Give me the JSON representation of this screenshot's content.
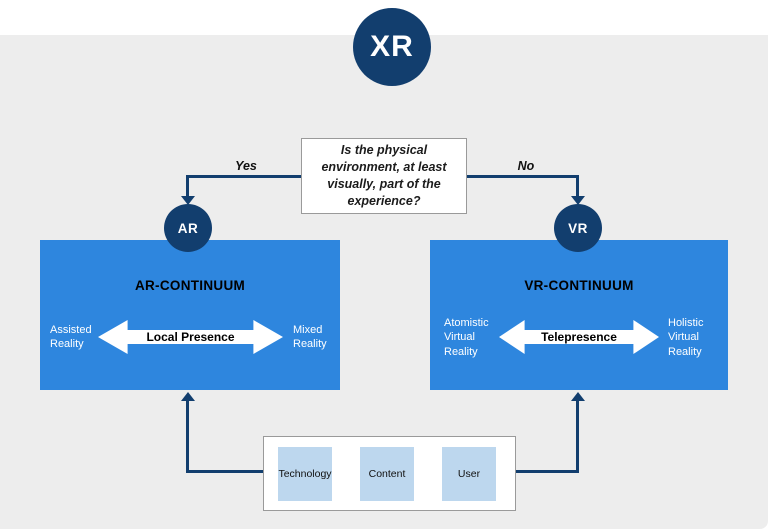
{
  "diagram": {
    "root": {
      "label": "XR"
    },
    "decision": {
      "question": "Is the physical environment, at least visually, part of the experience?",
      "yes_label": "Yes",
      "no_label": "No"
    },
    "branches": {
      "ar": {
        "node_label": "AR",
        "title": "AR-CONTINUUM",
        "arrow_label": "Local Presence",
        "left_label": "Assisted Reality",
        "right_label": "Mixed Reality"
      },
      "vr": {
        "node_label": "VR",
        "title": "VR-CONTINUUM",
        "arrow_label": "Telepresence",
        "left_label": "Atomistic Virtual Reality",
        "right_label": "Holistic Virtual Reality"
      }
    },
    "factors": {
      "items": [
        {
          "label": "Technology"
        },
        {
          "label": "Content"
        },
        {
          "label": "User"
        }
      ]
    },
    "colors": {
      "navy": "#123E6E",
      "panel_blue": "#2E86DE",
      "factor_light_blue": "#BDD7EE",
      "background_gray": "#EDEDED"
    }
  }
}
